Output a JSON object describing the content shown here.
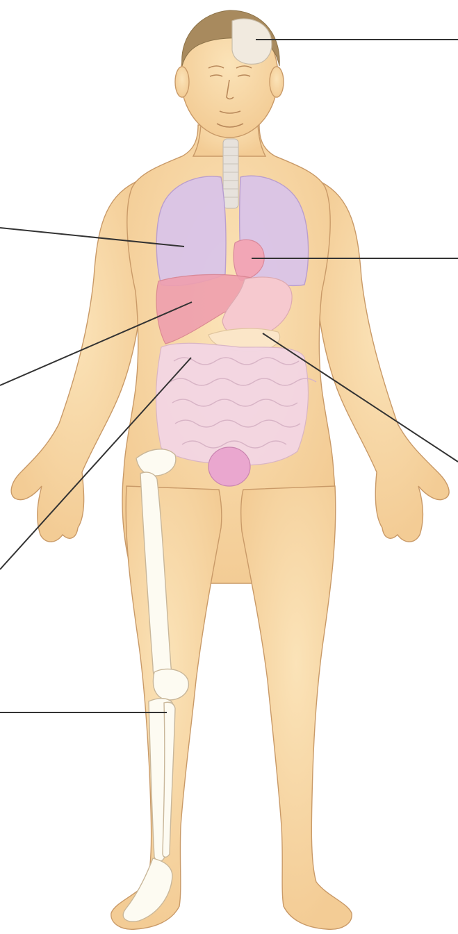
{
  "colors": {
    "skin": "#f8d9a8",
    "skin_shadow": "#e9b877",
    "outline": "#b8885a",
    "hair": "#a88a5e",
    "lung": "#d9c4ea",
    "lung_outline": "#b59ad2",
    "heart": "#f2a6b6",
    "liver": "#ef9fae",
    "stomach": "#f6c9cf",
    "intestine": "#f3d6e4",
    "pancreas": "#fbe6c8",
    "bladder": "#eaa7cf",
    "bone": "#fdfbf2",
    "bone_outline": "#c9b79a",
    "brain": "#f1eadf",
    "trachea": "#e7e2dc",
    "leader_line": "#333333"
  },
  "labels": [
    {
      "name": "brain-label-line",
      "target": "brain"
    },
    {
      "name": "lungs-label-line",
      "target": "lungs"
    },
    {
      "name": "heart-label-line",
      "target": "heart"
    },
    {
      "name": "liver-label-line",
      "target": "liver"
    },
    {
      "name": "pancreas-label-line",
      "target": "pancreas"
    },
    {
      "name": "intestine-label-line",
      "target": "intestines"
    },
    {
      "name": "knee-label-line",
      "target": "knee bones"
    }
  ]
}
